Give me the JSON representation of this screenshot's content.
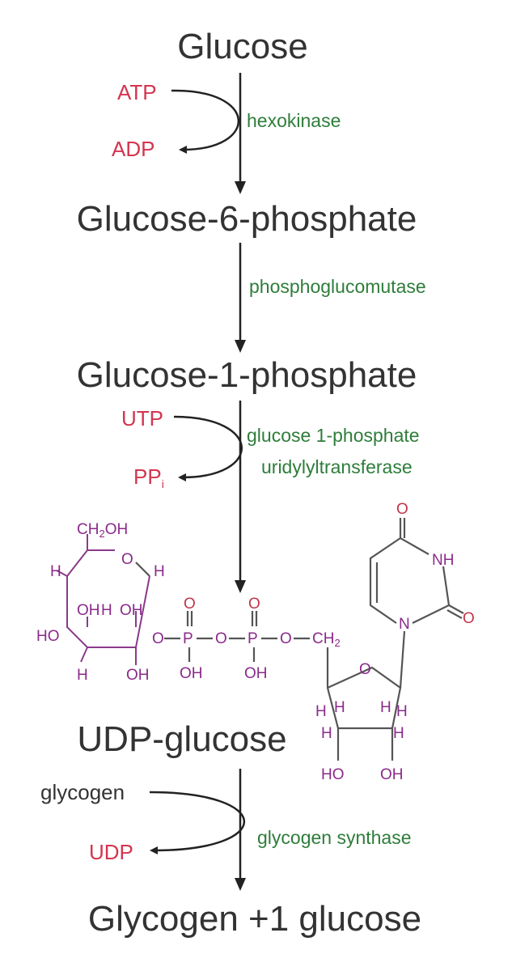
{
  "compounds": {
    "glucose": "Glucose",
    "g6p": "Glucose-6-phosphate",
    "g1p": "Glucose-1-phosphate",
    "udp_glucose": "UDP-glucose",
    "glycogen_plus": "Glycogen +1 glucose"
  },
  "cofactors": {
    "atp": "ATP",
    "adp": "ADP",
    "utp": "UTP",
    "ppi": "PP",
    "ppi_sub": "i",
    "glycogen": "glycogen",
    "udp": "UDP"
  },
  "enzymes": {
    "hexokinase": "hexokinase",
    "phosphoglucomutase": "phosphoglucomutase",
    "ugp_line1": "glucose 1-phosphate",
    "ugp_line2": "uridylyltransferase",
    "glycogen_synthase": "glycogen synthase"
  },
  "structure_labels": {
    "ch2oh": "CH",
    "ch2oh_sub": "2",
    "ch2oh_end": "OH",
    "ring_o": "O",
    "h": "H",
    "oh": "OH",
    "ho": "HO",
    "o": "O",
    "p": "P",
    "ch2": "CH",
    "ch2_sub": "2",
    "nh": "NH",
    "n": "N"
  },
  "colors": {
    "compound": "#333333",
    "cofactor_red": "#d3354f",
    "enzyme_green": "#2e7d3a",
    "atom_purple": "#8a2a8a",
    "atom_red": "#c0354a",
    "arrow": "#222222"
  }
}
